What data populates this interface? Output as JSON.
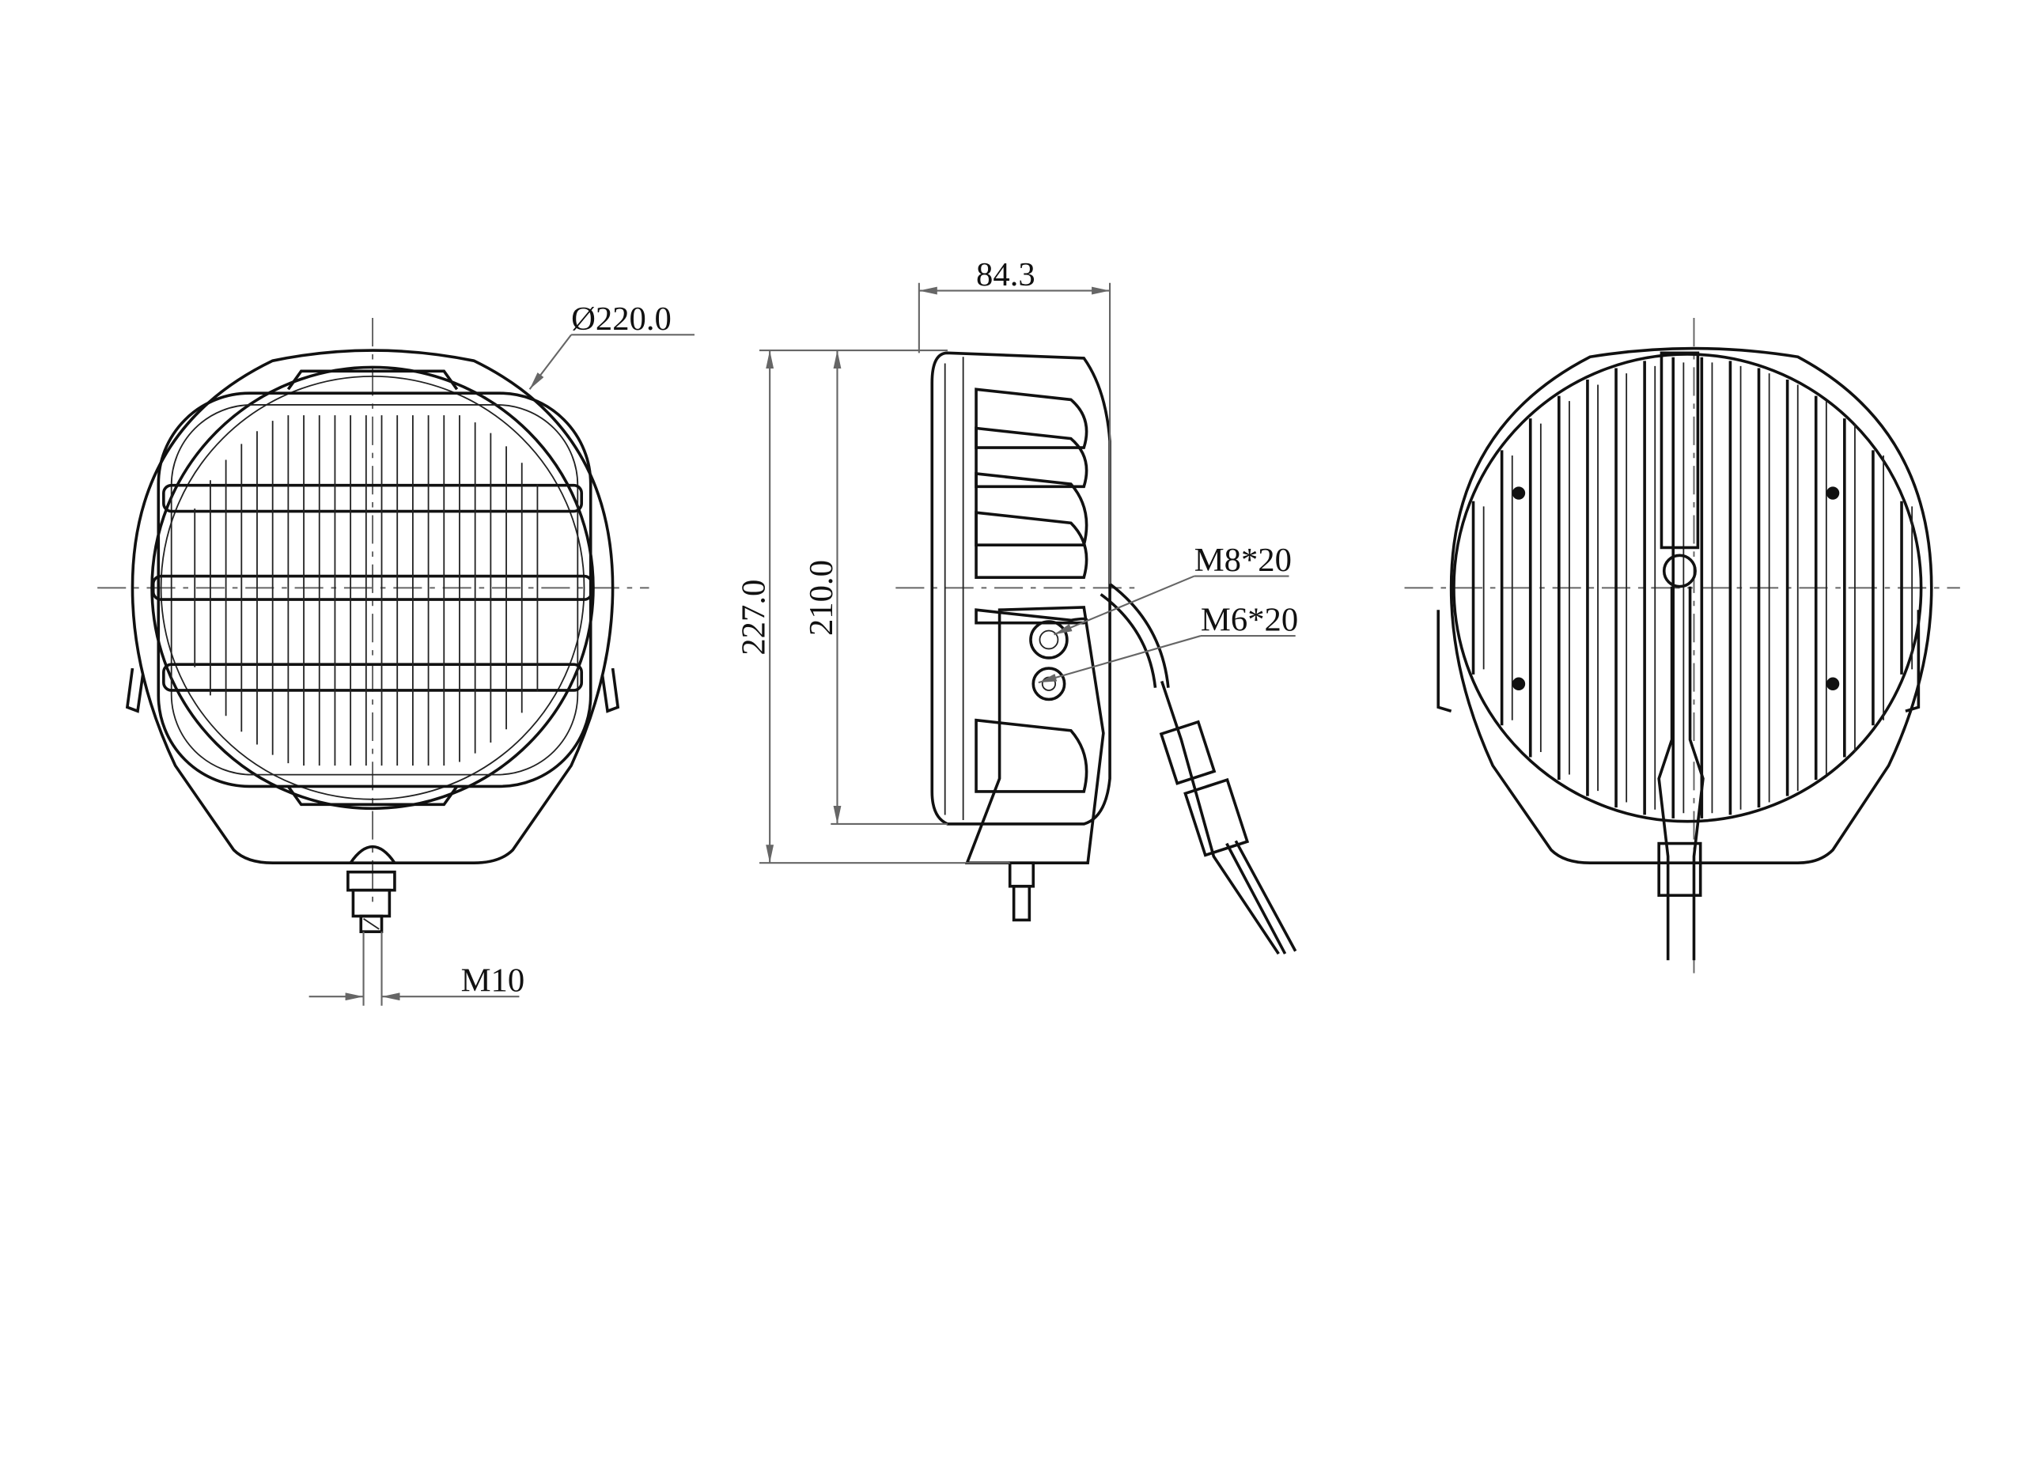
{
  "drawing": {
    "front_view": {
      "diameter_label": "Ø220.0",
      "bolt_label": "M10"
    },
    "side_view": {
      "depth_label": "84.3",
      "overall_height_label": "227.0",
      "housing_height_label": "210.0",
      "bolt_upper_label": "M8*20",
      "bolt_lower_label": "M6*20"
    }
  },
  "colors": {
    "line": "#111111",
    "dimension": "#666666",
    "background": "#ffffff"
  }
}
